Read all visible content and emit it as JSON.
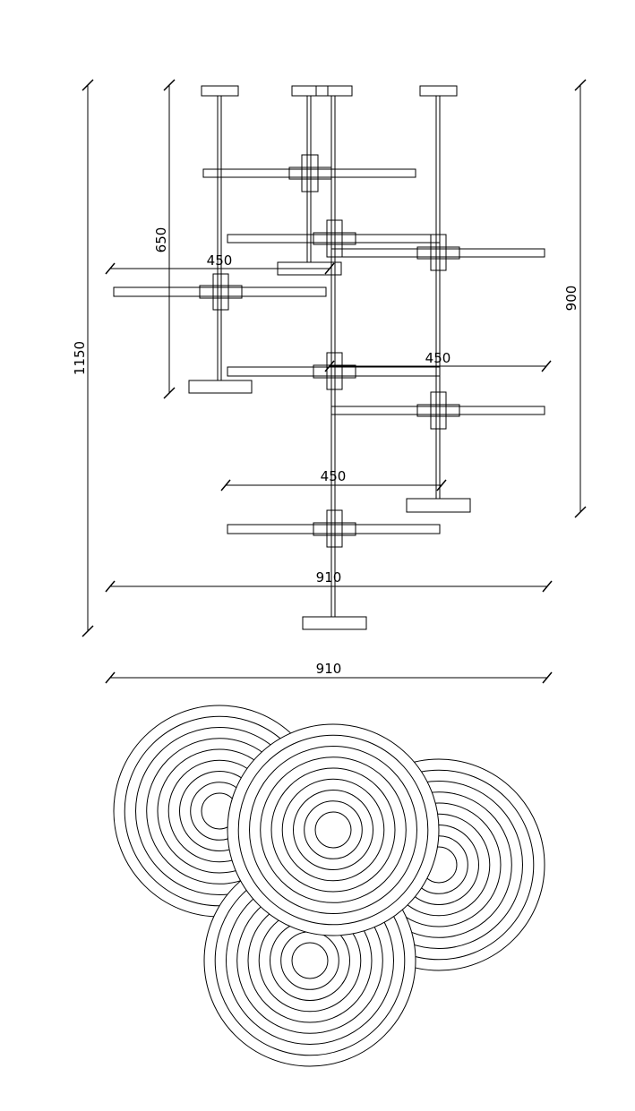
{
  "dimensions": {
    "overall_height": "1150",
    "left_arm_drop": "650",
    "right_arm_drop": "900",
    "arm_width_upper_left": "450",
    "arm_width_right": "450",
    "arm_width_lower": "450",
    "elevation_width": "910",
    "plan_width": "910"
  },
  "colors": {
    "line": "#000000",
    "background": "#ffffff"
  }
}
